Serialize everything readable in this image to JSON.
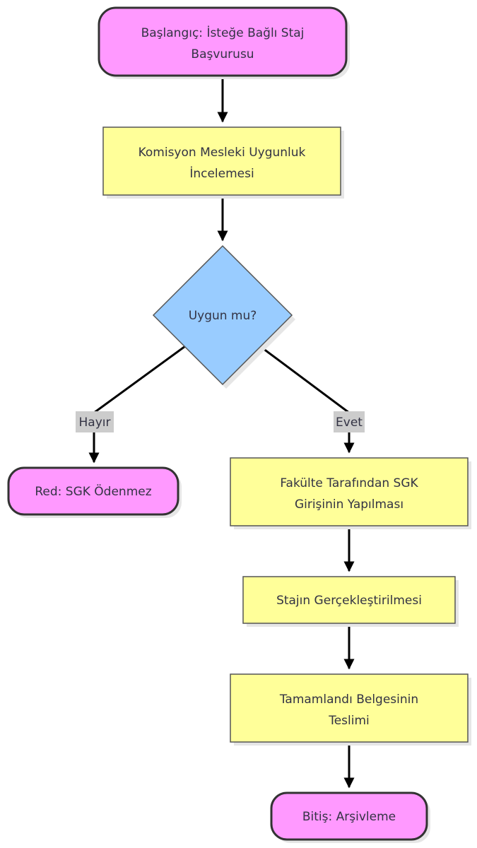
{
  "diagram": {
    "type": "flowchart",
    "colors": {
      "terminal_fill": "#ff99ff",
      "process_fill": "#ffff99",
      "decision_fill": "#99ccff",
      "border": "#333333",
      "edge": "#000000",
      "edge_label_bg": "#cccccc",
      "text": "#333344"
    },
    "nodes": {
      "start": {
        "shape": "terminal",
        "lines": [
          "Başlangıç: İsteğe Bağlı Staj",
          "Başvurusu"
        ]
      },
      "review": {
        "shape": "process",
        "lines": [
          "Komisyon Mesleki Uygunluk",
          "İncelemesi"
        ]
      },
      "decision": {
        "shape": "decision",
        "lines": [
          "Uygun mu?"
        ]
      },
      "reject": {
        "shape": "terminal",
        "lines": [
          "Red: SGK Ödenmez"
        ]
      },
      "sgk": {
        "shape": "process",
        "lines": [
          "Fakülte Tarafından SGK",
          "Girişinin Yapılması"
        ]
      },
      "internship": {
        "shape": "process",
        "lines": [
          "Stajın Gerçekleştirilmesi"
        ]
      },
      "certificate": {
        "shape": "process",
        "lines": [
          "Tamamlandı Belgesinin",
          "Teslimi"
        ]
      },
      "end": {
        "shape": "terminal",
        "lines": [
          "Bitiş: Arşivleme"
        ]
      }
    },
    "edges": [
      {
        "from": "start",
        "to": "review",
        "label": ""
      },
      {
        "from": "review",
        "to": "decision",
        "label": ""
      },
      {
        "from": "decision",
        "to": "reject",
        "label": "Hayır"
      },
      {
        "from": "decision",
        "to": "sgk",
        "label": "Evet"
      },
      {
        "from": "sgk",
        "to": "internship",
        "label": ""
      },
      {
        "from": "internship",
        "to": "certificate",
        "label": ""
      },
      {
        "from": "certificate",
        "to": "end",
        "label": ""
      }
    ]
  }
}
